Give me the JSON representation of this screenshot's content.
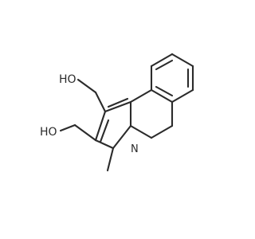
{
  "molecule": {
    "labels": {
      "oh_top": "HO",
      "oh_left": "HO",
      "nitrogen": "N"
    }
  }
}
